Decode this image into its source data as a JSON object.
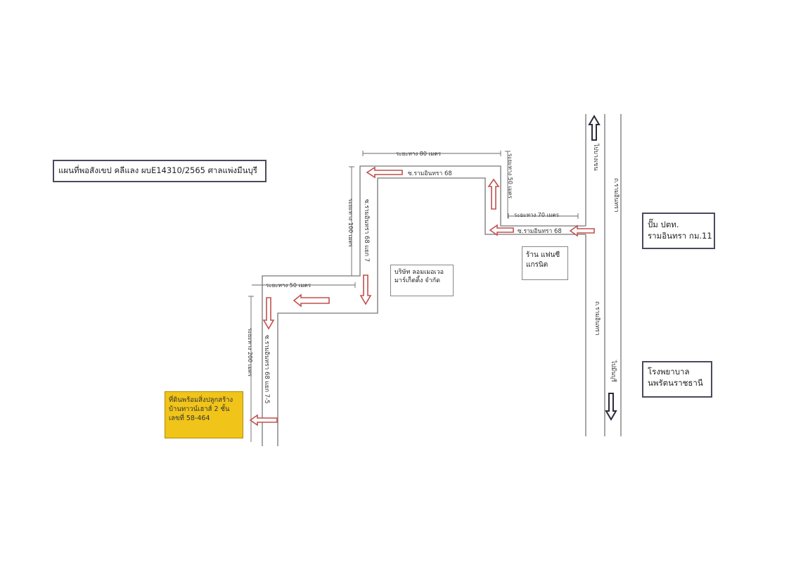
{
  "title": "แผนที่พอสังเขป คลีแลง ผบE14310/2565 ศาลแพ่งมีนบุรี",
  "labels": {
    "company": [
      "บริษัท ลอมเมอเวอ",
      "มาร์เก็ตติ้ง จำกัด"
    ],
    "shop": [
      "ร้าน แฟนซี",
      "แกรนิต"
    ],
    "gas_station": [
      "ปั๊ม ปตท.",
      "รามอินทรา กม.11"
    ],
    "hospital": [
      "โรงพยาบาล",
      "นพรัตนราชธานี"
    ],
    "destination": [
      "ที่ดินพร้อมสิ่งปลูกสร้าง",
      "บ้านทาวน์เฮาส์ 2 ชั้น",
      "เลขที่ 58-464"
    ]
  },
  "roads": {
    "main_road_upper": "ถ.รามอินทรา",
    "main_road_lower": "ถ.รามอินทรา",
    "to_bangkhen": "ไปบางเขน",
    "to_minburi": "ไปมีนบุรี",
    "soi_main_lower": "ซ.รามอินทรา 68",
    "soi_main_upper": "ซ.รามอินทรา 68",
    "soi_branch_7": "ซ.รามอินทรา 68 แยก 7",
    "soi_branch_7_5": "ซ.รามอินทรา 68 แยก 7-5"
  },
  "distances": {
    "d70": "ระยะทาง 70 เมตร",
    "d50_vertical": "ระยะทาง 50 เมตร",
    "d80": "ระยะทาง 80 เมตร",
    "d100": "ระยะทาง 100 เมตร",
    "d50_horizontal": "ระยะทาง 50 เมตร",
    "d200": "ระยะทาง 200 เมตร"
  },
  "colors": {
    "route_arrow": "#c0504d",
    "direction_arrow": "#2b2b3a",
    "destination_fill": "#f0c419"
  }
}
